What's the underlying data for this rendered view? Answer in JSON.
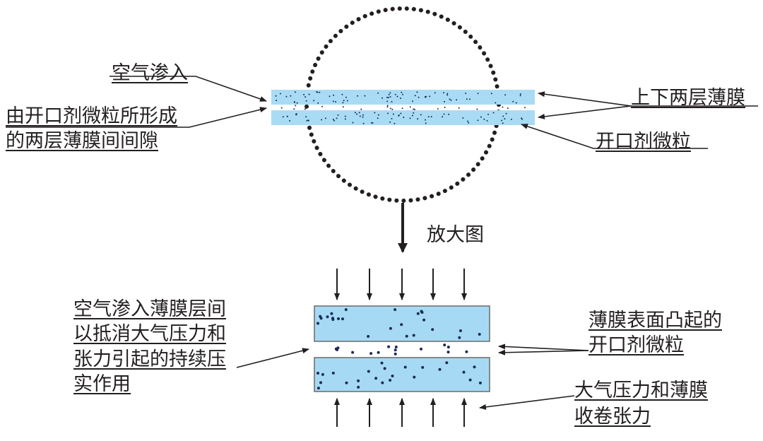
{
  "labels": {
    "air_seep": "空气渗入",
    "gap_line1": "由开口剂微粒所形成",
    "gap_line2": "的两层薄膜间间隙",
    "two_films": "上下两层薄膜",
    "antiblock": "开口剂微粒",
    "magnified": "放大图",
    "air_between_line1": "空气渗入薄膜层间",
    "air_between_line2": "以抵消大气压力和",
    "air_between_line3": "张力引起的持续压",
    "air_between_line4": "实作用",
    "bumps_line1": "薄膜表面凸起的",
    "bumps_line2": "开口剂微粒",
    "pressure_line1": "大气压力和薄膜",
    "pressure_line2": "收卷张力"
  },
  "colors": {
    "film_fill": "#a9dbf5",
    "film_fill_large": "#a6daf4",
    "text": "#231f20",
    "particle": "#1b2a57"
  }
}
